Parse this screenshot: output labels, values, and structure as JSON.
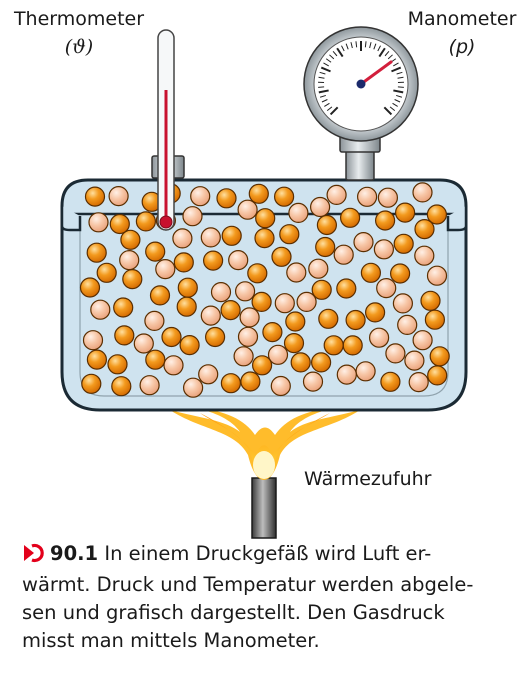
{
  "labels": {
    "thermometer": "Thermometer",
    "thermometer_symbol": "(ϑ)",
    "manometer": "Manometer",
    "manometer_symbol": "(p)",
    "heat": "Wärmezufuhr"
  },
  "caption": {
    "number": "90.1",
    "lines": [
      "In einem Druckgefäß wird Luft er-",
      "wärmt. Druck und Temperatur werden abgele-",
      "sen und grafisch dargestellt. Den Gasdruck",
      "misst man mittels Manometer."
    ]
  },
  "icons": {
    "caption_marker": "arrow-marker-icon"
  },
  "colors": {
    "vessel_fill": "#cfe3ef",
    "vessel_stroke": "#1b2a34",
    "particle_dark": "#ec8a12",
    "particle_light": "#f6c1a0",
    "thermometer_liquid": "#c8102e",
    "gauge_needle": "#d21f3c",
    "accent": "#e3001b"
  }
}
